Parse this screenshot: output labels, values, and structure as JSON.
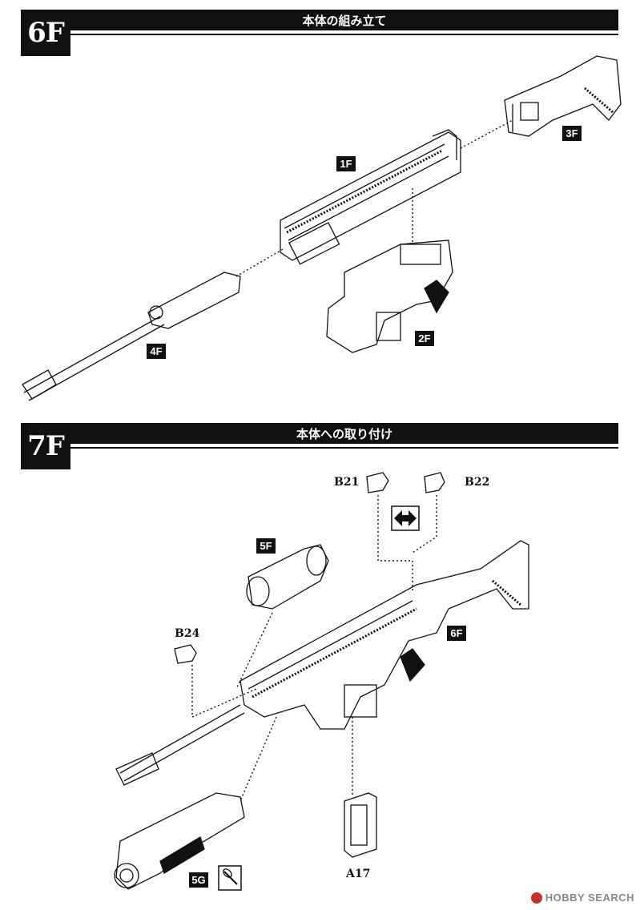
{
  "step6": {
    "number": "6F",
    "title": "本体の組み立て",
    "parts": {
      "p1": "1F",
      "p2": "2F",
      "p3": "3F",
      "p4": "4F"
    }
  },
  "step7": {
    "number": "7F",
    "title": "本体への取り付け",
    "parts": {
      "p5f": "5F",
      "p6f": "6F",
      "p5g": "5G",
      "b21": "B21",
      "b22": "B22",
      "b24": "B24",
      "a17": "A17"
    }
  },
  "watermark": {
    "text": "HOBBY SEARCH"
  },
  "colors": {
    "ink": "#111111",
    "paper": "#ffffff"
  }
}
